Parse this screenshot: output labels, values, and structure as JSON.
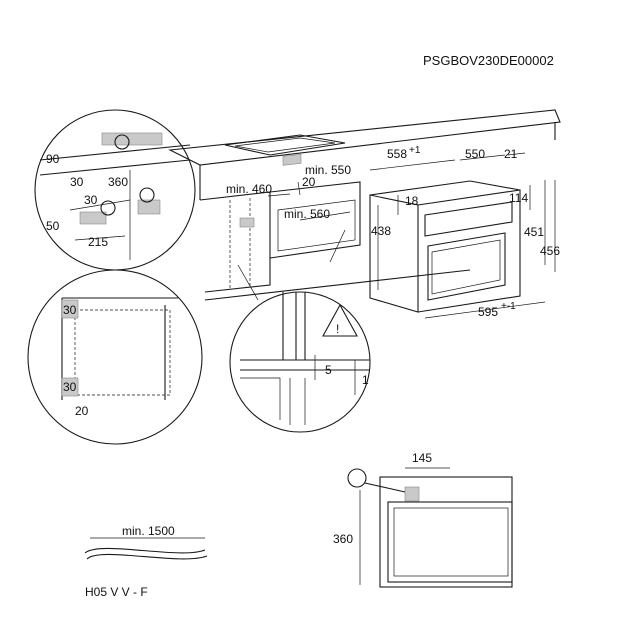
{
  "product_code": "PSGBOV230DE00002",
  "oven_dims": {
    "depth": "558",
    "depth_sup": "+1",
    "body_depth": "550",
    "front_offset": "21",
    "top_gap": "18",
    "panel_height": "114",
    "inner_height": "438",
    "height_451": "451",
    "height_456": "456",
    "width": "595",
    "width_sup": "+-1"
  },
  "cabinet_dims": {
    "min_550": "min. 550",
    "min_460": "min. 460",
    "min_560": "min. 560",
    "gap_20": "20"
  },
  "top_circle": {
    "d90": "90",
    "d30a": "30",
    "d360": "360",
    "d30b": "30",
    "d50": "50",
    "d215": "215"
  },
  "left_circle": {
    "d30_top": "30",
    "d30_bottom": "30",
    "d20": "20"
  },
  "detail_circle": {
    "d5": "5",
    "d1": "1"
  },
  "side_view": {
    "d145": "145",
    "d360": "360"
  },
  "cable": {
    "length": "min. 1500",
    "type": "H05 V V - F"
  }
}
